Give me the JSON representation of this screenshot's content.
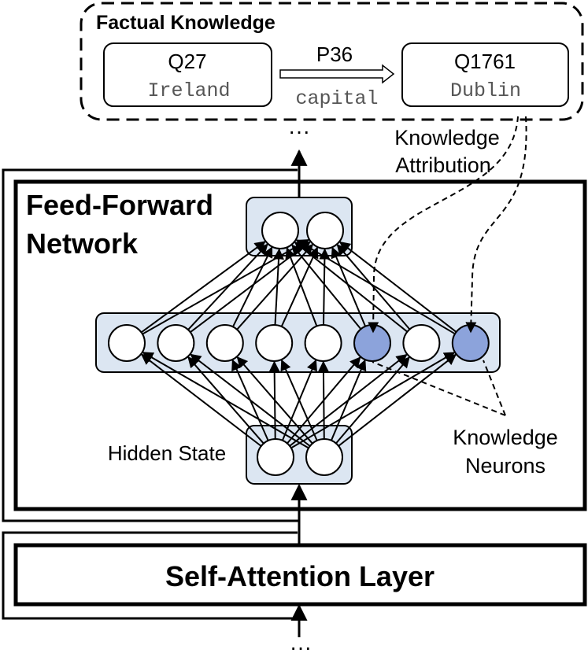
{
  "factual_knowledge": {
    "title": "Factual Knowledge",
    "subject": {
      "id": "Q27",
      "label": "Ireland"
    },
    "relation": {
      "id": "P36",
      "label": "capital"
    },
    "object": {
      "id": "Q1761",
      "label": "Dublin"
    }
  },
  "ellipsis_top": "···",
  "ellipsis_bottom": "···",
  "knowledge_attribution": {
    "line1": "Knowledge",
    "line2": "Attribution"
  },
  "ffn": {
    "title_line1": "Feed-Forward",
    "title_line2": "Network"
  },
  "hidden_state_label": "Hidden State",
  "knowledge_neurons": {
    "line1": "Knowledge",
    "line2": "Neurons"
  },
  "self_attention_label": "Self-Attention Layer",
  "intermediate_layer": {
    "neuron_count": 8,
    "highlighted": [
      6,
      8
    ],
    "highlight_color": "#8ca3db",
    "neuron_fill": "#ffffff"
  },
  "panel_fill": "#dce6f2"
}
